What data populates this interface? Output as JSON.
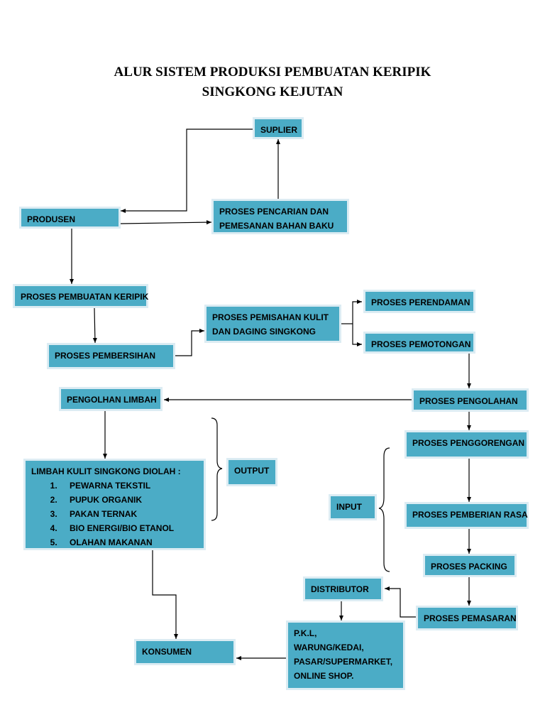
{
  "title": {
    "line1": "ALUR SISTEM PRODUKSI PEMBUATAN KERIPIK",
    "line2": "SINGKONG KEJUTAN"
  },
  "boxes": {
    "suplier": "SUPLIER",
    "produsen": "PRODUSEN",
    "pencarian": "PROSES PENCARIAN DAN PEMESANAN BAHAN BAKU",
    "pembuatan": "PROSES PEMBUATAN KERIPIK",
    "pembersihan": "PROSES PEMBERSIHAN",
    "pemisahan": "PROSES PEMISAHAN KULIT DAN DAGING SINGKONG",
    "perendaman": "PROSES PERENDAMAN",
    "pemotongan": "PROSES PEMOTONGAN",
    "pengolahan": "PROSES PENGOLAHAN",
    "pengolahan_limbah": "PENGOLHAN LIMBAH",
    "penggorengan": "PROSES PENGGORENGAN",
    "output": "OUTPUT",
    "input": "INPUT",
    "pemberian_rasa": "PROSES PEMBERIAN RASA",
    "packing": "PROSES PACKING",
    "distributor": "DISTRIBUTOR",
    "pemasaran": "PROSES PEMASARAN",
    "konsumen": "KONSUMEN"
  },
  "limbah": {
    "heading": "LIMBAH KULIT SINGKONG DIOLAH :",
    "items": [
      "PEWARNA TEKSTIL",
      "PUPUK ORGANIK",
      "PAKAN TERNAK",
      "BIO ENERGI/BIO ETANOL",
      "OLAHAN MAKANAN"
    ]
  },
  "outlets": [
    "P.K.L,",
    "WARUNG/KEDAI,",
    "PASAR/SUPERMARKET,",
    "ONLINE SHOP."
  ]
}
